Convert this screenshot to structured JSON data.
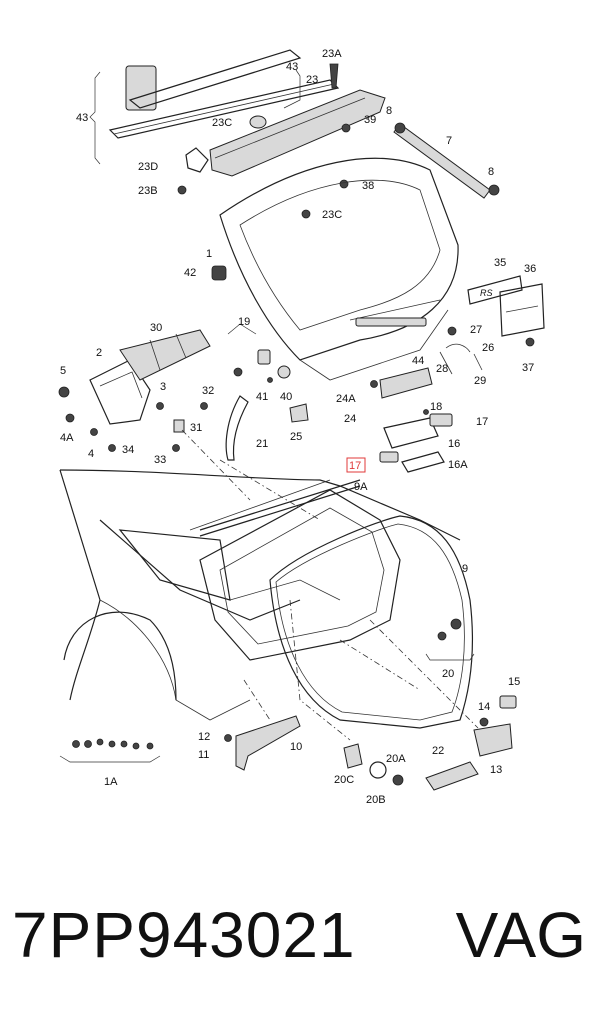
{
  "labels": {
    "p43a": "43",
    "p43b": "43",
    "p23": "23",
    "p23a": "23A",
    "p23c1": "23C",
    "p23c2": "23C",
    "p23d": "23D",
    "p23b": "23B",
    "p39": "39",
    "p8a": "8",
    "p8b": "8",
    "p7": "7",
    "p38": "38",
    "p1": "1",
    "p42": "42",
    "p35": "35",
    "p36": "36",
    "p27": "27",
    "p26": "26",
    "p28": "28",
    "p29": "29",
    "p37": "37",
    "p44": "44",
    "p30": "30",
    "p19": "19",
    "p2": "2",
    "p5": "5",
    "p3": "3",
    "p32": "32",
    "p31": "31",
    "p4a": "4A",
    "p4": "4",
    "p34": "34",
    "p33": "33",
    "p41": "41",
    "p40": "40",
    "p21": "21",
    "p25": "25",
    "p24a": "24A",
    "p24": "24",
    "p18": "18",
    "p17a": "17",
    "p17b": "17",
    "p16": "16",
    "p16a": "16A",
    "p9a": "9A",
    "p9": "9",
    "p20": "20",
    "p15": "15",
    "p14": "14",
    "p13": "13",
    "p12": "12",
    "p11": "11",
    "p10": "10",
    "p1a": "1A",
    "p20a": "20A",
    "p20c": "20C",
    "p20b": "20B",
    "p22": "22"
  },
  "footer": {
    "part_number": "7PP943021",
    "brand": "VAG"
  }
}
